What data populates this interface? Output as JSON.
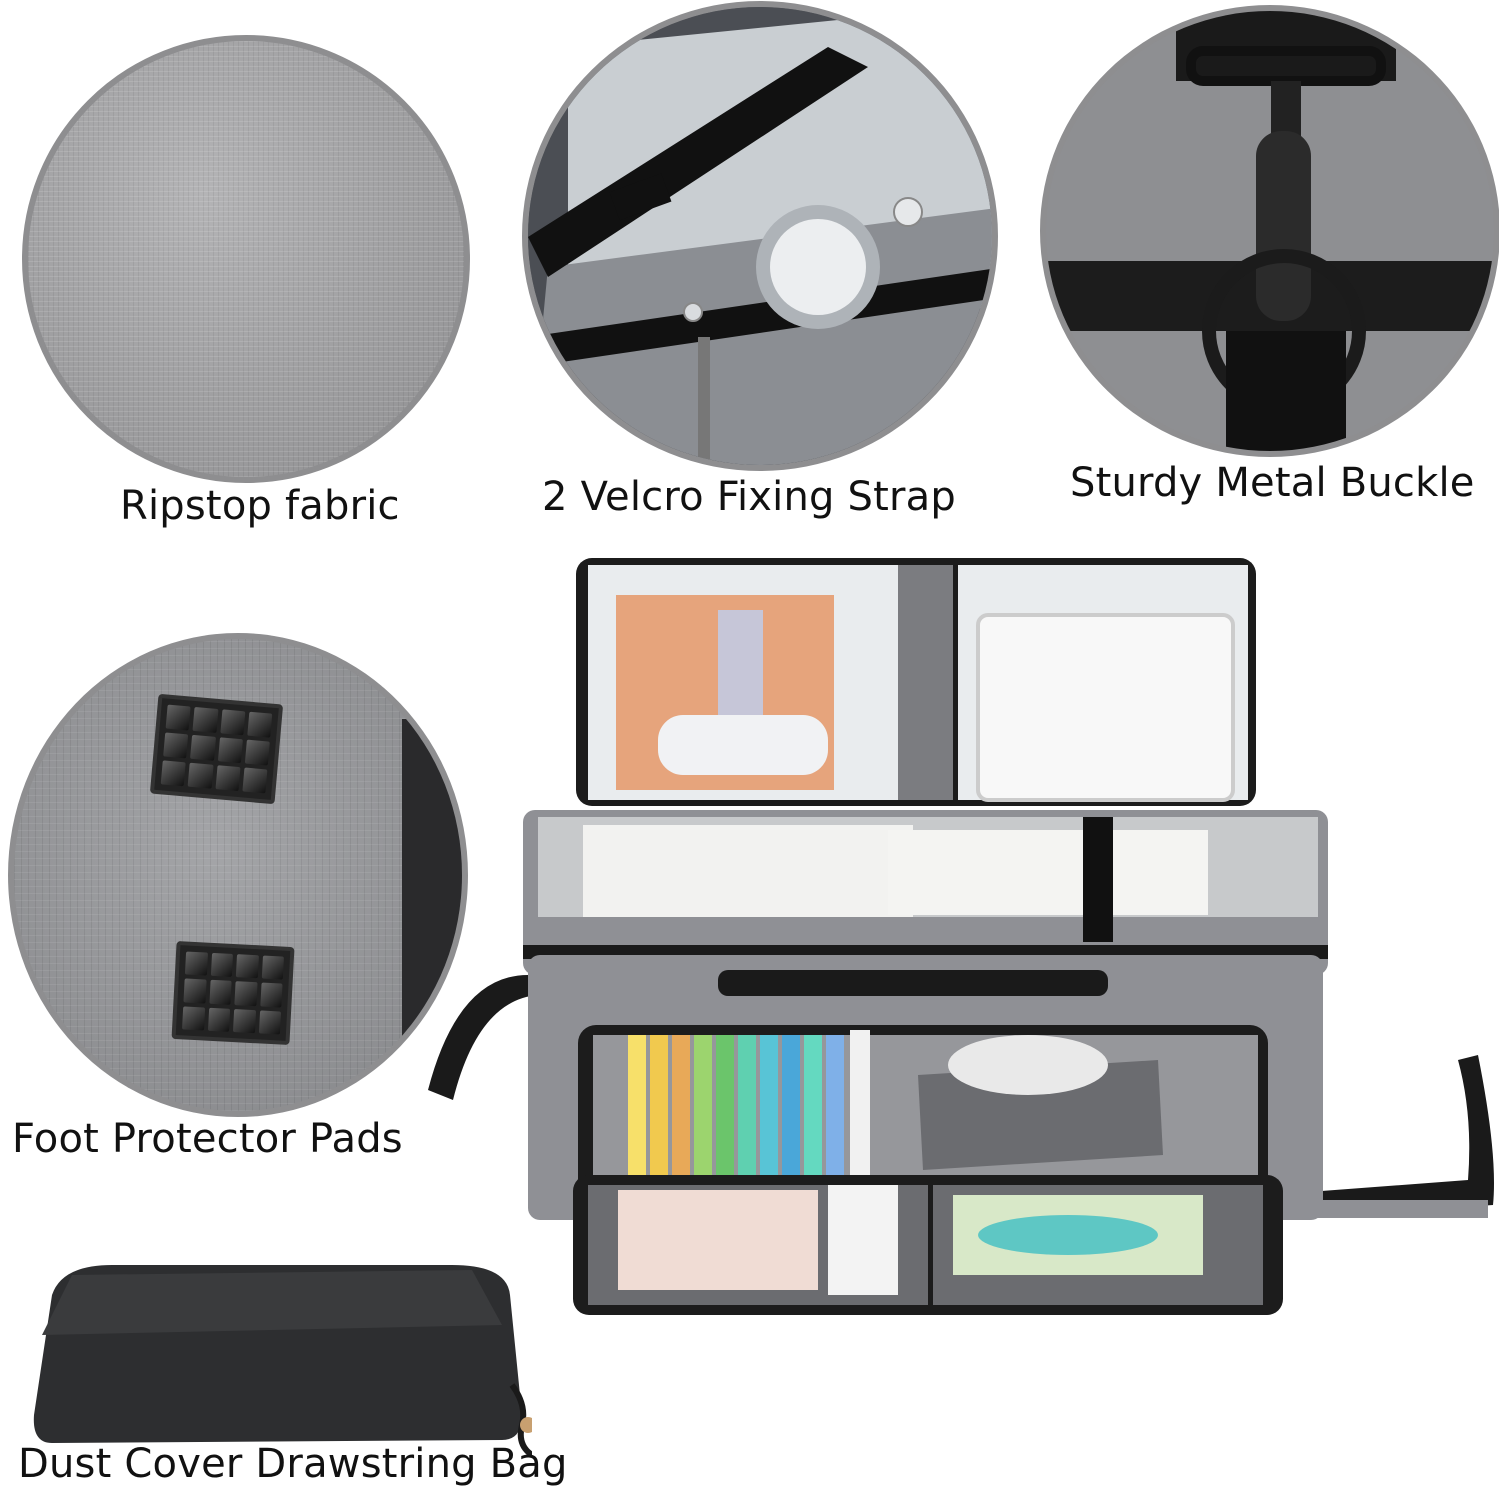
{
  "features": [
    {
      "id": "fabric",
      "caption": "Ripstop fabric"
    },
    {
      "id": "velcro",
      "caption": "2 Velcro Fixing Strap"
    },
    {
      "id": "buckle",
      "caption": "Sturdy Metal Buckle"
    },
    {
      "id": "pads",
      "caption": "Foot Protector Pads"
    },
    {
      "id": "dust",
      "caption": "Dust Cover Drawstring Bag"
    }
  ],
  "colors": {
    "bag_gray": "#8f9095",
    "strap_black": "#1a1a1a",
    "background": "#ffffff",
    "circle_border": "#8e8e90"
  }
}
